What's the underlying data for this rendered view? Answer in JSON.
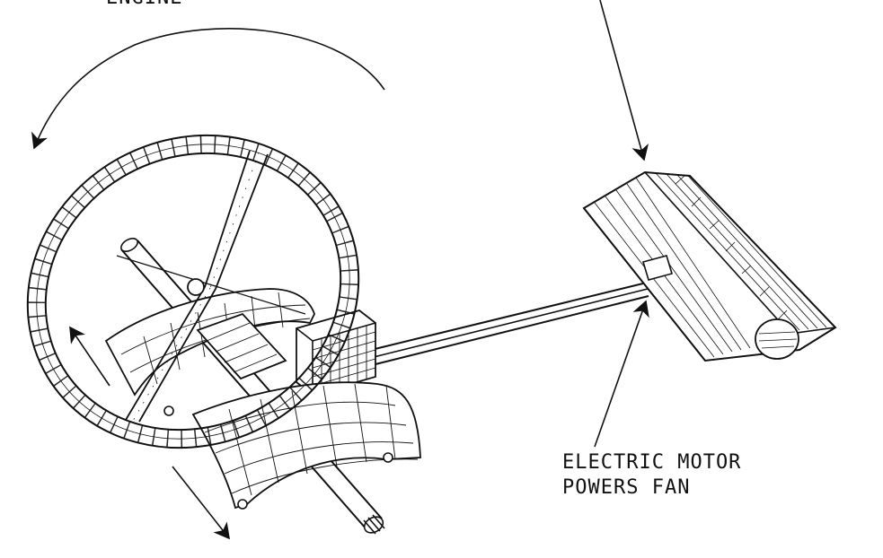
{
  "labels": {
    "top_cut": "ENGINE",
    "motor_line1": "ELECTRIC MOTOR",
    "motor_line2": "POWERS FAN"
  },
  "colors": {
    "ink": "#111111",
    "paper": "#ffffff"
  }
}
